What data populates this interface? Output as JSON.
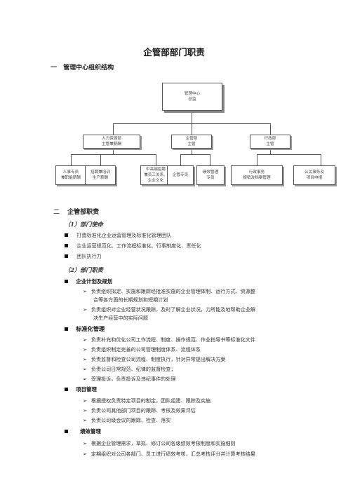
{
  "doc_title": "企管部部门职责",
  "section1": {
    "num": "一",
    "title": "管理中心组织结构"
  },
  "org": {
    "top": [
      "管理中心",
      "总监"
    ],
    "mid": [
      [
        "人力资源部",
        "主管兼薪酬"
      ],
      [
        "企管部",
        "主管"
      ],
      [
        "行政部",
        "主管"
      ]
    ],
    "bottom": [
      [
        "人事专员",
        "兼职能薪酬"
      ],
      [
        "招聘兼培训",
        "生产薪酬"
      ],
      [
        "中高端招聘",
        "兼员工关系、",
        "企业文化"
      ],
      [
        "企管专员"
      ],
      [
        "绩效管理",
        "专员"
      ],
      [
        "行政事务",
        "报销及档案管理"
      ],
      [
        "公关事务及",
        "项目申报"
      ]
    ]
  },
  "section2": {
    "num": "二",
    "title": "企管部职责"
  },
  "mission": {
    "label": "（1）部门使命",
    "items": [
      "打造标准化企业运营管理及标准化管理团队",
      "企业运营规范化、工作流程标准化、行事制度化、责任化",
      "团队执行力"
    ]
  },
  "duties": {
    "label": "（2）部门职责",
    "groups": [
      {
        "title": "企业计划及规划",
        "lines": [
          {
            "arrow": true,
            "text": "负责组织拟定、实施和跟踪经批准实施的企业管理体制、运行方式、资源整"
          },
          {
            "arrow": false,
            "text": "合等各方面的长期规划和短期计划"
          },
          {
            "arrow": true,
            "text": "负责组织对企业经营状况跟踪，及时了解企业状况，力所能及地帮助企业解"
          },
          {
            "arrow": false,
            "text": "决生产经营中的实际问题"
          }
        ]
      },
      {
        "title": "标准化管理",
        "lines": [
          {
            "arrow": true,
            "text": "负责补充和优化公司工作流程、制度、操作规范、作业指导书等标准化文件"
          },
          {
            "arrow": true,
            "text": "负责组织制定完善的公司管理制度体系、流程体系"
          },
          {
            "arrow": true,
            "text": "负责监督和检查公司流程、制度执行，针对异常提出解决方案"
          },
          {
            "arrow": true,
            "text": "负责公司日常规范、纪律的监督检查；"
          },
          {
            "arrow": true,
            "text": "受理投诉，负责投诉及违纪事件的处理"
          }
        ]
      },
      {
        "title": "项目管理",
        "lines": [
          {
            "arrow": true,
            "text": "根据授权负责特定项目的制定，团队组建、跟踪及实施"
          },
          {
            "arrow": true,
            "text": "负责公司其他部门项目的跟踪、考核及效果评估"
          },
          {
            "arrow": true,
            "text": "负责公司级会议的跟踪、检查、落实"
          }
        ]
      },
      {
        "title": "绩效管理",
        "lines": [
          {
            "arrow": true,
            "text": "根据企业管理需求，草拟、修订公司各级绩效考核制度和实施细则"
          },
          {
            "arrow": true,
            "text": "定期组织对公司各部门、员工进行绩效考核，汇总考核评分并计算考核结果"
          }
        ]
      }
    ]
  }
}
